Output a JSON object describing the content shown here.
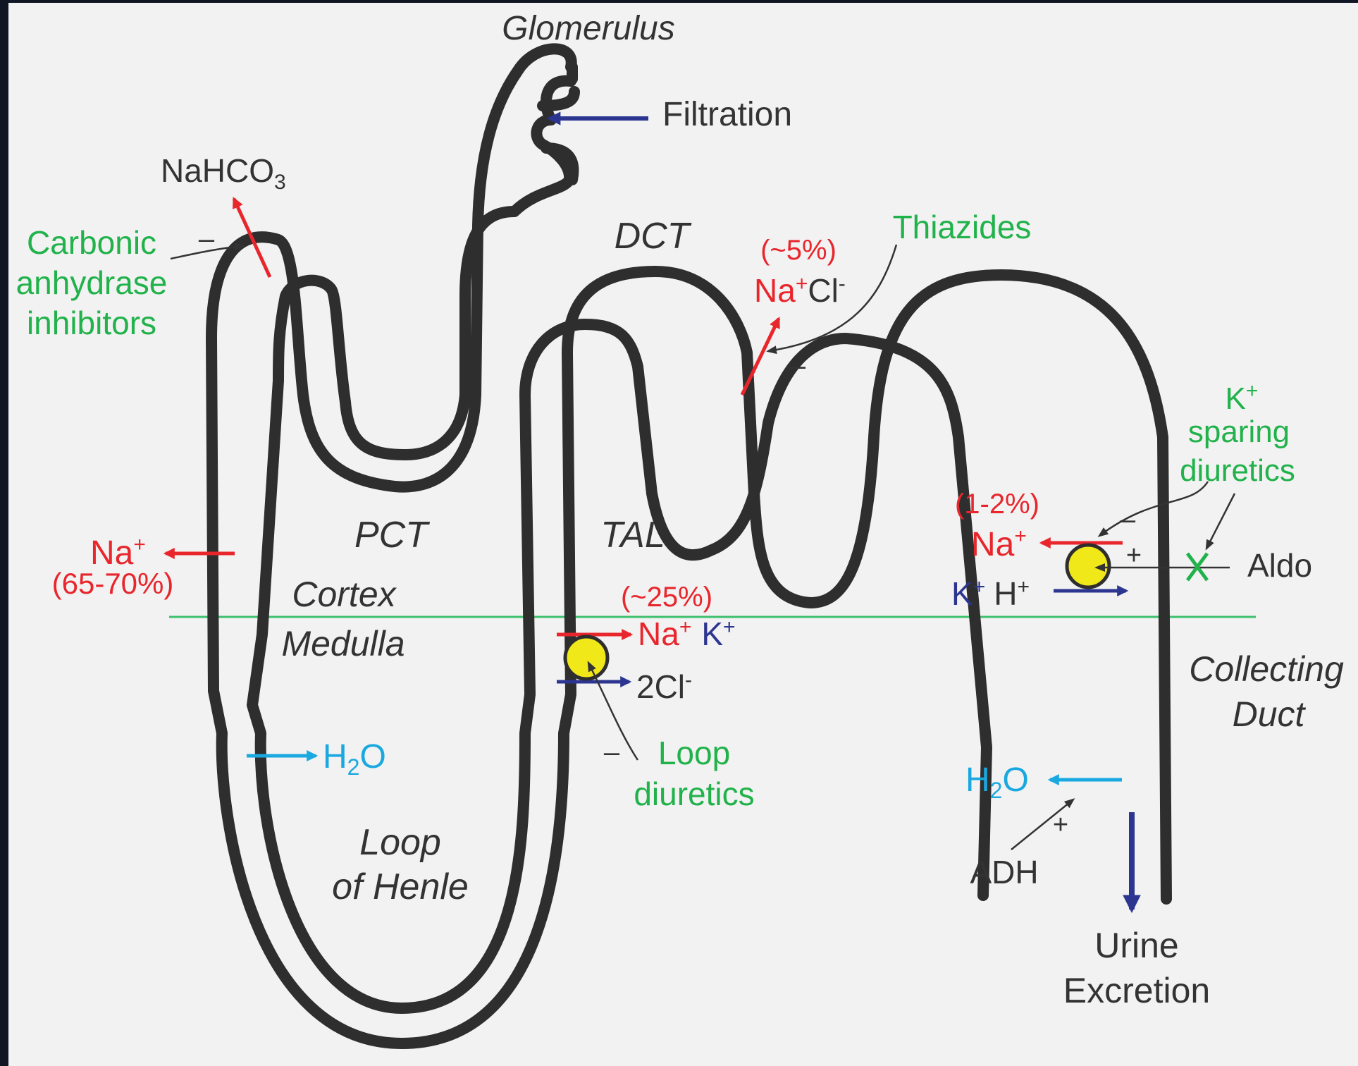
{
  "colors": {
    "frame": "#111624",
    "panel": "#f2f2f2",
    "tubule": "#2e2e2e",
    "text": "#333333",
    "red": "#e8262c",
    "navy": "#2c3691",
    "green": "#21b24b",
    "cyan": "#1aa8e0",
    "transporter": "#f1e81a",
    "boundary": "#3cc06c"
  },
  "icons": [
    "arrow",
    "transporter-circle",
    "block-x"
  ],
  "segments": {
    "glomerulus": "Glomerulus",
    "dct": "DCT",
    "pct": "PCT",
    "tal": "TAL",
    "cortex": "Cortex",
    "medulla": "Medulla",
    "loop_line1": "Loop",
    "loop_line2": "of Henle",
    "collecting_line1": "Collecting",
    "collecting_line2": "Duct"
  },
  "labels": {
    "filtration": "Filtration",
    "nahco3_main": "NaHCO",
    "nahco3_sub": "3",
    "pct_na_ion": "Na",
    "pct_na_charge": "+",
    "pct_na_pct": "(65-70%)",
    "h2o_h": "H",
    "h2o_sub": "2",
    "h2o_o": "O",
    "tal_pct": "(~25%)",
    "tal_na": "Na",
    "tal_na_charge": "+",
    "tal_k": "K",
    "tal_k_charge": "+",
    "tal_cl": "2Cl",
    "tal_cl_charge": "-",
    "dct_pct": "(~5%)",
    "dct_na": "Na",
    "dct_na_charge": "+",
    "dct_cl": "Cl",
    "dct_cl_charge": "-",
    "cd_pct": "(1-2%)",
    "cd_na": "Na",
    "cd_na_charge": "+",
    "cd_k": "K",
    "cd_k_charge": "+",
    "cd_h": "H",
    "cd_h_charge": "+",
    "aldo": "Aldo",
    "adh": "ADH",
    "urine_line1": "Urine",
    "urine_line2": "Excretion",
    "minus": "–",
    "plus": "+"
  },
  "drugs": {
    "carbonic_line1": "Carbonic",
    "carbonic_line2": "anhydrase",
    "carbonic_line3": "inhibitors",
    "thiazides": "Thiazides",
    "loop_line1": "Loop",
    "loop_line2": "diuretics",
    "ksparing_line1": "K",
    "ksparing_line1_charge": "+",
    "ksparing_line2": "sparing",
    "ksparing_line3": "diuretics"
  }
}
